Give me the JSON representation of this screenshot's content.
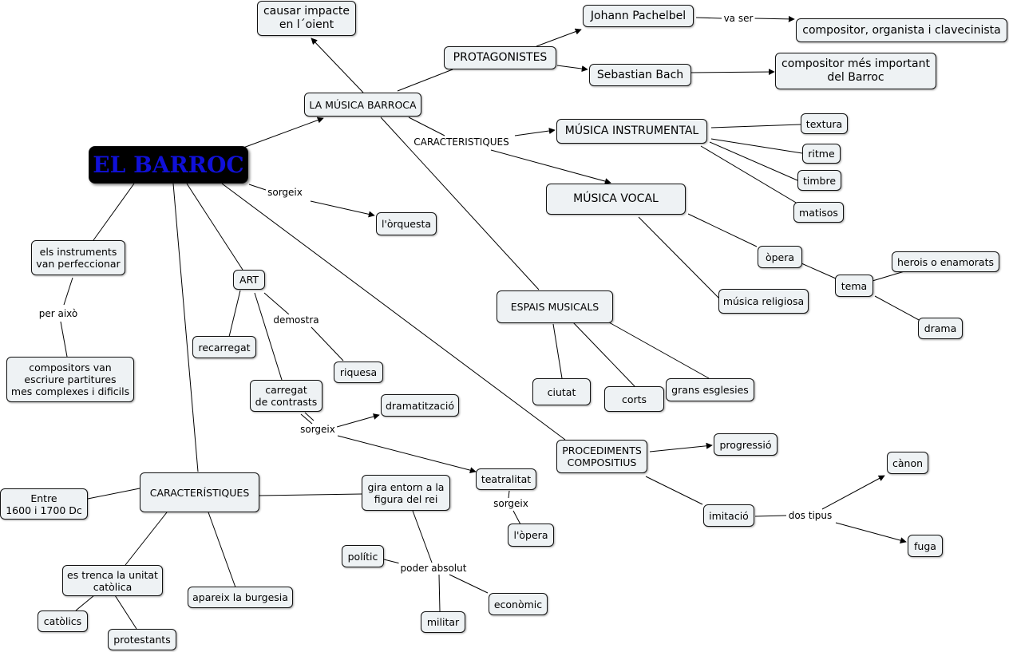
{
  "root": {
    "label": "EL BARROC"
  },
  "nodes": {
    "causar": "causar impacte\nen l´oient",
    "pachelbel": "Johann Pachelbel",
    "pachelbel_desc": "compositor, organista i clavecinista",
    "protagonistes": "PROTAGONISTES",
    "bach": "Sebastian Bach",
    "bach_desc": "compositor més important\ndel Barroc",
    "musica_barroca": "LA MÚSICA BARROCA",
    "instrumental": "MÚSICA INSTRUMENTAL",
    "textura": "textura",
    "ritme": "ritme",
    "timbre": "timbre",
    "matisos": "matisos",
    "vocal": "MÚSICA VOCAL",
    "orquesta": "l'òrquesta",
    "instruments": "els instruments\nvan perfeccionar",
    "opera_v": "òpera",
    "herois": "herois o enamorats",
    "tema": "tema",
    "religiosa": "música religiosa",
    "drama": "drama",
    "art": "ART",
    "espais": "ESPAIS MUSICALS",
    "recarregat": "recarregat",
    "riquesa": "riquesa",
    "compositors": "compositors van\nescriure partitures\nmes complexes i dificils",
    "ciutat": "ciutat",
    "corts": "corts",
    "esglesies": "grans esglesies",
    "contrasts": "carregat\nde contrasts",
    "dramatitzacio": "dramatització",
    "procediments": "PROCEDIMENTS\nCOMPOSITIUS",
    "progressio": "progressió",
    "canon": "cànon",
    "teatralitat": "teatralitat",
    "entre": "Entre\n1600 i 1700 Dc",
    "caracteristiques": "CARACTERÍSTIQUES",
    "gira": "gira entorn a la\nfigura del rei",
    "imitacio": "imitació",
    "opera_s": "l'òpera",
    "fuga": "fuga",
    "politic": "polític",
    "es_trenca": "es trenca la unitat\ncatòlica",
    "burgesia": "apareix la burgesia",
    "economic": "econòmic",
    "catolics": "catòlics",
    "militar": "militar",
    "protestants": "protestants"
  },
  "link_labels": {
    "va_ser": "va ser",
    "caracteristiques": "CARACTERISTIQUES",
    "sorgeix_orquesta": "sorgeix",
    "per_aixo": "per això",
    "demostra": "demostra",
    "sorgeix_contrasts": "sorgeix",
    "sorgeix_teatralitat": "sorgeix",
    "dos_tipus": "dos tipus",
    "poder_absolut": "poder absolut"
  }
}
